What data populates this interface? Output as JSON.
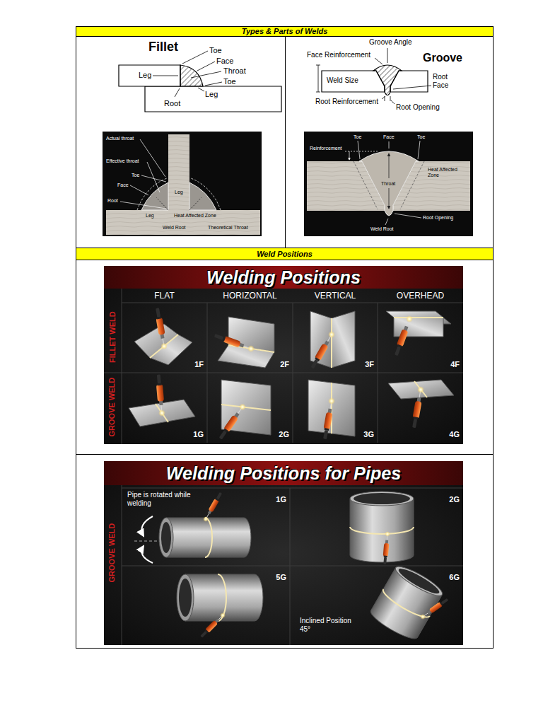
{
  "diagram": {
    "nodes": [
      {
        "text": [
          "Types & Parts of Welds"
        ]
      },
      {
        "text": [
          "Weld Positions"
        ]
      },
      {
        "text": [
          "Welding Positions"
        ]
      },
      {
        "text": [
          "Welding Positions for Pipes"
        ]
      }
    ],
    "labels": [
      "Fillet",
      "Toe",
      "Face",
      "Throat",
      "Toe",
      "Leg",
      "Leg",
      "Root",
      "Groove Angle",
      "Face Reinforcement",
      "Groove",
      "Weld Size",
      "Root Face",
      "Root Reinforcement",
      "Root Opening",
      "Actual throat",
      "Effective throat",
      "Toe",
      "Face",
      "Root",
      "Leg",
      "Heat Affected Zone",
      "Leg",
      "Weld Root",
      "Theoretical Throat",
      "Toe",
      "Face",
      "Toe",
      "Reinforcement",
      "Throat",
      "Heat Affected Zone",
      "Root Opening",
      "Weld Root",
      "FLAT",
      "HORIZONTAL",
      "VERTICAL",
      "OVERHEAD",
      "FILLET WELD",
      "GROOVE WELD",
      "1F",
      "2F",
      "3F",
      "4F",
      "1G",
      "2G",
      "3G",
      "4G",
      "GROOVE WELD",
      "Pipe is rotated while welding",
      "1G",
      "2G",
      "5G",
      "6G",
      "Inclined Position 45°"
    ]
  }
}
